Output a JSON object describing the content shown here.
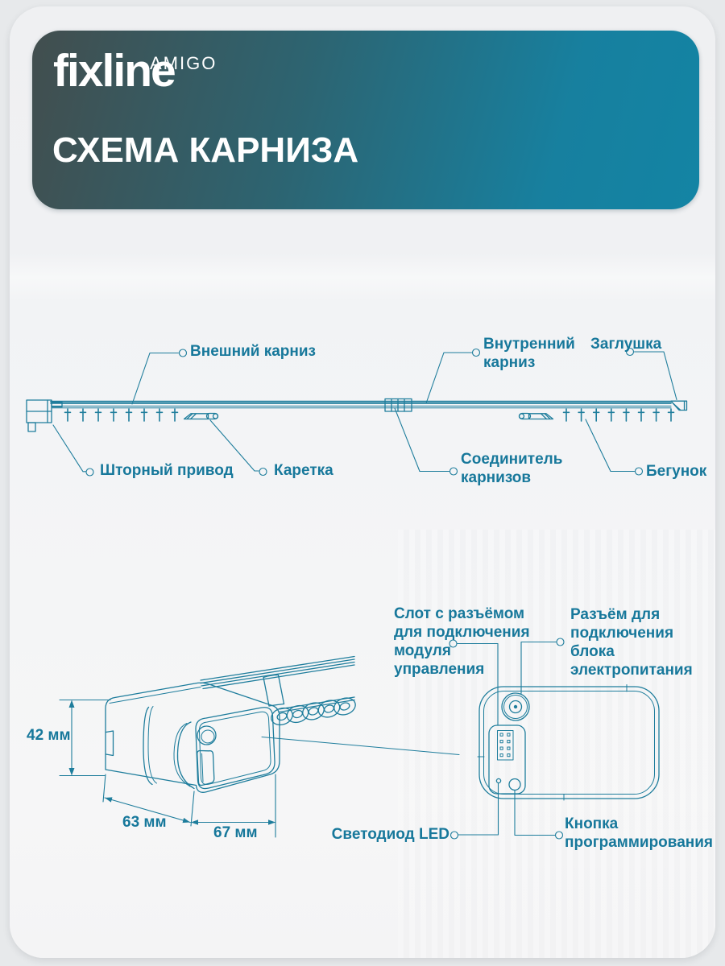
{
  "header": {
    "brand": "fixline",
    "brand_sub": "AMIGO",
    "title": "СХЕМА КАРНИЗА"
  },
  "rail": {
    "labels": {
      "outer": "Внешний карниз",
      "inner": [
        "Внутренний",
        "карниз"
      ],
      "end_cap": "Заглушка",
      "drive": "Шторный привод",
      "carriage": "Каретка",
      "connector": [
        "Соединитель",
        "карнизов"
      ],
      "runner": "Бегунок"
    }
  },
  "motor": {
    "labels": {
      "slot": [
        "Слот с разъёмом",
        "для подключения",
        "модуля",
        "управления"
      ],
      "power": [
        "Разъём для",
        "подключения",
        "блока",
        "электропитания"
      ],
      "led": "Светодиод LED",
      "button": [
        "Кнопка",
        "программирования"
      ]
    },
    "dimensions": {
      "height": "42 мм",
      "depth": "63 мм",
      "width": "67 мм"
    }
  },
  "colors": {
    "accent_text": "#17789b",
    "drawing_line": "#1e7d9c",
    "header_gradient_start": "#424e4e",
    "header_gradient_end": "#1384a4",
    "background": "#f2f3f5"
  }
}
